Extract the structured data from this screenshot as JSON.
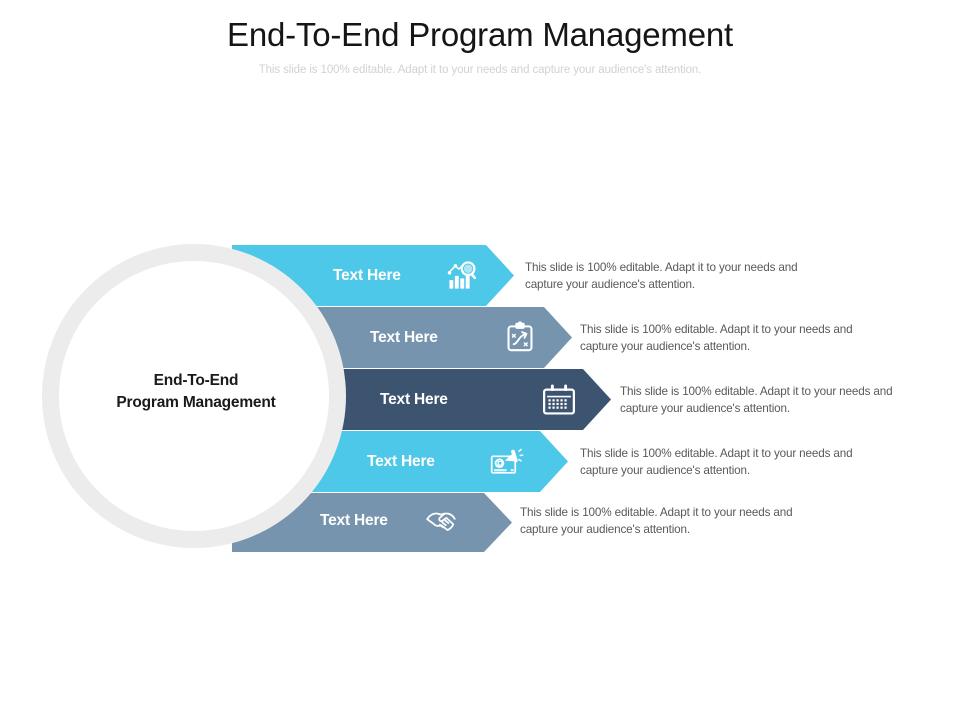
{
  "slide": {
    "title": "End-To-End Program Management",
    "subtitle": "This slide is 100% editable. Adapt it to your needs and capture your audience's attention."
  },
  "center": {
    "line1": "End-To-End",
    "line2": "Program Management",
    "ring_color": "#ececec",
    "fill_color": "#ffffff"
  },
  "colors": {
    "cyan": "#4dc8e8",
    "steel_blue": "#7794ae",
    "navy": "#3c5470",
    "body_text": "#595959",
    "title_text": "#151515",
    "subtitle_text": "#d2d2d2"
  },
  "rows": [
    {
      "label": "Text Here",
      "icon": "chart-search-icon",
      "color": "#4dc8e8",
      "description": "This slide is 100% editable. Adapt it to your needs and capture your audience's attention."
    },
    {
      "label": "Text Here",
      "icon": "clipboard-strategy-icon",
      "color": "#7794ae",
      "description": "This slide is 100% editable. Adapt it to your needs and capture your audience's attention."
    },
    {
      "label": "Text Here",
      "icon": "calendar-icon",
      "color": "#3c5470",
      "description": "This slide is 100% editable. Adapt it to your needs and capture your audience's attention."
    },
    {
      "label": "Text Here",
      "icon": "megaphone-screen-icon",
      "color": "#4dc8e8",
      "description": "This slide is 100% editable. Adapt it to your needs and capture your audience's attention."
    },
    {
      "label": "Text Here",
      "icon": "handshake-icon",
      "color": "#7794ae",
      "description": "This slide is 100% editable. Adapt it to your needs and capture your audience's attention."
    }
  ]
}
